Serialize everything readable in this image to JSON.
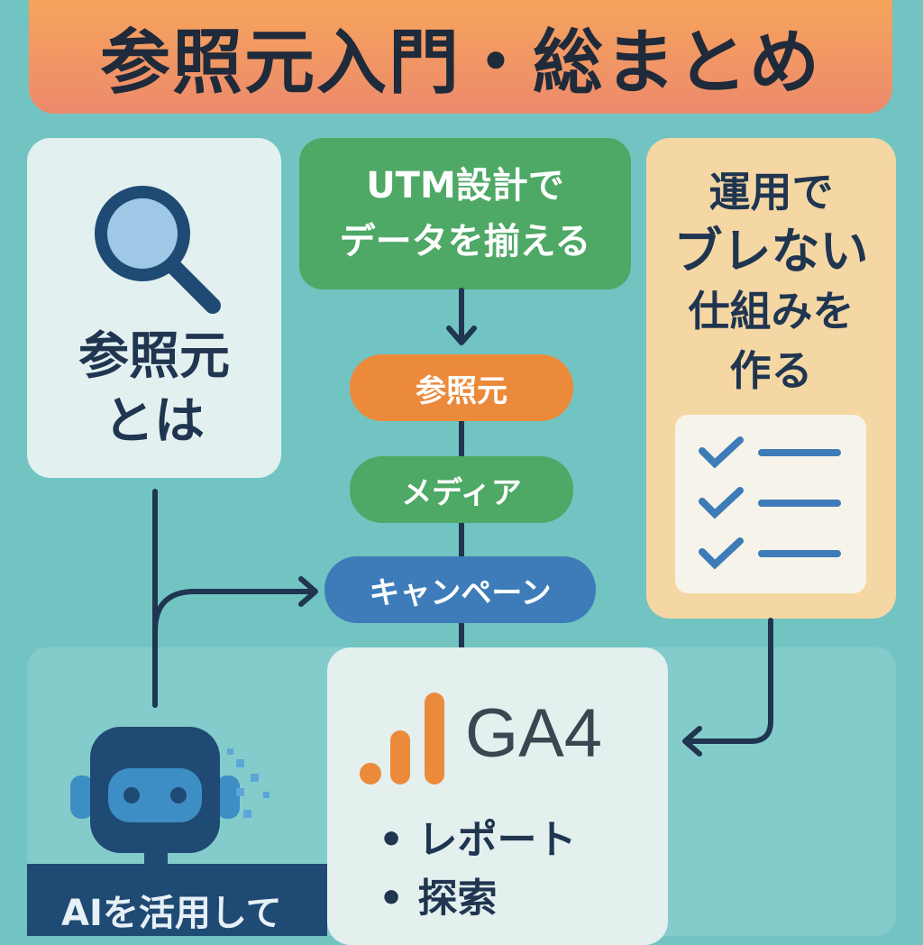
{
  "banner": {
    "title": "参照元入門・総まとめ"
  },
  "left_card": {
    "line1": "参照元",
    "line2": "とは",
    "icon": "magnifier-icon"
  },
  "utm_card": {
    "line1": "UTM設計で",
    "line2": "データを揃える"
  },
  "pills": [
    "参照元",
    "メディア",
    "キャンペーン"
  ],
  "right_card": {
    "lines": [
      "運用で",
      "ブレない",
      "仕組みを",
      "作る"
    ],
    "icon": "checklist-icon"
  },
  "ga4": {
    "title": "GA4",
    "items": [
      "• レポート",
      "• 探索"
    ],
    "icon": "analytics-bars-icon"
  },
  "ai": {
    "label": "AIを活用して",
    "icon": "robot-icon"
  },
  "colors": {
    "background": "#72c4c2",
    "orange": "#ec8a3c",
    "green": "#4ea866",
    "blue": "#3d7cb8",
    "navy": "#1f3550"
  }
}
